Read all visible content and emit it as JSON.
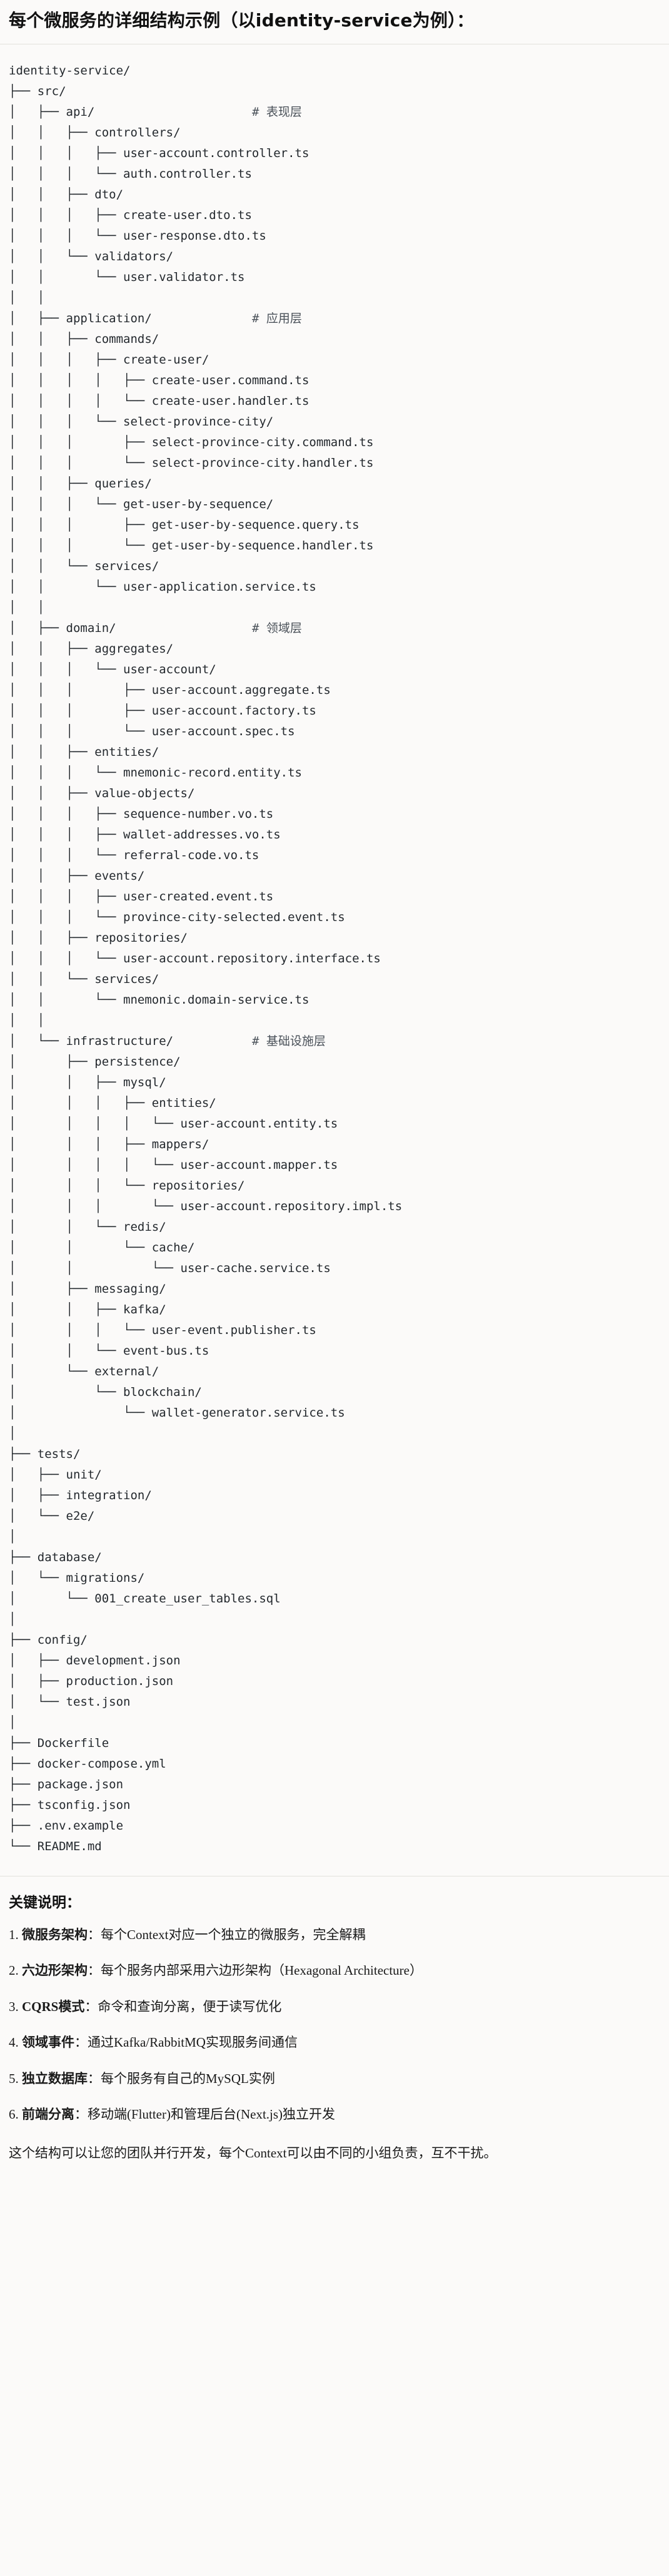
{
  "heading": "每个微服务的详细结构示例（以identity-service为例）：",
  "tree": {
    "lines": [
      {
        "text": "identity-service/",
        "comment": ""
      },
      {
        "text": "├── src/",
        "comment": ""
      },
      {
        "text": "│   ├── api/",
        "comment": "# 表现层"
      },
      {
        "text": "│   │   ├── controllers/",
        "comment": ""
      },
      {
        "text": "│   │   │   ├── user-account.controller.ts",
        "comment": ""
      },
      {
        "text": "│   │   │   └── auth.controller.ts",
        "comment": ""
      },
      {
        "text": "│   │   ├── dto/",
        "comment": ""
      },
      {
        "text": "│   │   │   ├── create-user.dto.ts",
        "comment": ""
      },
      {
        "text": "│   │   │   └── user-response.dto.ts",
        "comment": ""
      },
      {
        "text": "│   │   └── validators/",
        "comment": ""
      },
      {
        "text": "│   │       └── user.validator.ts",
        "comment": ""
      },
      {
        "text": "│   │",
        "comment": ""
      },
      {
        "text": "│   ├── application/",
        "comment": "# 应用层"
      },
      {
        "text": "│   │   ├── commands/",
        "comment": ""
      },
      {
        "text": "│   │   │   ├── create-user/",
        "comment": ""
      },
      {
        "text": "│   │   │   │   ├── create-user.command.ts",
        "comment": ""
      },
      {
        "text": "│   │   │   │   └── create-user.handler.ts",
        "comment": ""
      },
      {
        "text": "│   │   │   └── select-province-city/",
        "comment": ""
      },
      {
        "text": "│   │   │       ├── select-province-city.command.ts",
        "comment": ""
      },
      {
        "text": "│   │   │       └── select-province-city.handler.ts",
        "comment": ""
      },
      {
        "text": "│   │   ├── queries/",
        "comment": ""
      },
      {
        "text": "│   │   │   └── get-user-by-sequence/",
        "comment": ""
      },
      {
        "text": "│   │   │       ├── get-user-by-sequence.query.ts",
        "comment": ""
      },
      {
        "text": "│   │   │       └── get-user-by-sequence.handler.ts",
        "comment": ""
      },
      {
        "text": "│   │   └── services/",
        "comment": ""
      },
      {
        "text": "│   │       └── user-application.service.ts",
        "comment": ""
      },
      {
        "text": "│   │",
        "comment": ""
      },
      {
        "text": "│   ├── domain/",
        "comment": "# 领域层"
      },
      {
        "text": "│   │   ├── aggregates/",
        "comment": ""
      },
      {
        "text": "│   │   │   └── user-account/",
        "comment": ""
      },
      {
        "text": "│   │   │       ├── user-account.aggregate.ts",
        "comment": ""
      },
      {
        "text": "│   │   │       ├── user-account.factory.ts",
        "comment": ""
      },
      {
        "text": "│   │   │       └── user-account.spec.ts",
        "comment": ""
      },
      {
        "text": "│   │   ├── entities/",
        "comment": ""
      },
      {
        "text": "│   │   │   └── mnemonic-record.entity.ts",
        "comment": ""
      },
      {
        "text": "│   │   ├── value-objects/",
        "comment": ""
      },
      {
        "text": "│   │   │   ├── sequence-number.vo.ts",
        "comment": ""
      },
      {
        "text": "│   │   │   ├── wallet-addresses.vo.ts",
        "comment": ""
      },
      {
        "text": "│   │   │   └── referral-code.vo.ts",
        "comment": ""
      },
      {
        "text": "│   │   ├── events/",
        "comment": ""
      },
      {
        "text": "│   │   │   ├── user-created.event.ts",
        "comment": ""
      },
      {
        "text": "│   │   │   └── province-city-selected.event.ts",
        "comment": ""
      },
      {
        "text": "│   │   ├── repositories/",
        "comment": ""
      },
      {
        "text": "│   │   │   └── user-account.repository.interface.ts",
        "comment": ""
      },
      {
        "text": "│   │   └── services/",
        "comment": ""
      },
      {
        "text": "│   │       └── mnemonic.domain-service.ts",
        "comment": ""
      },
      {
        "text": "│   │",
        "comment": ""
      },
      {
        "text": "│   └── infrastructure/",
        "comment": "# 基础设施层"
      },
      {
        "text": "│       ├── persistence/",
        "comment": ""
      },
      {
        "text": "│       │   ├── mysql/",
        "comment": ""
      },
      {
        "text": "│       │   │   ├── entities/",
        "comment": ""
      },
      {
        "text": "│       │   │   │   └── user-account.entity.ts",
        "comment": ""
      },
      {
        "text": "│       │   │   ├── mappers/",
        "comment": ""
      },
      {
        "text": "│       │   │   │   └── user-account.mapper.ts",
        "comment": ""
      },
      {
        "text": "│       │   │   └── repositories/",
        "comment": ""
      },
      {
        "text": "│       │   │       └── user-account.repository.impl.ts",
        "comment": ""
      },
      {
        "text": "│       │   └── redis/",
        "comment": ""
      },
      {
        "text": "│       │       └── cache/",
        "comment": ""
      },
      {
        "text": "│       │           └── user-cache.service.ts",
        "comment": ""
      },
      {
        "text": "│       ├── messaging/",
        "comment": ""
      },
      {
        "text": "│       │   ├── kafka/",
        "comment": ""
      },
      {
        "text": "│       │   │   └── user-event.publisher.ts",
        "comment": ""
      },
      {
        "text": "│       │   └── event-bus.ts",
        "comment": ""
      },
      {
        "text": "│       └── external/",
        "comment": ""
      },
      {
        "text": "│           └── blockchain/",
        "comment": ""
      },
      {
        "text": "│               └── wallet-generator.service.ts",
        "comment": ""
      },
      {
        "text": "│",
        "comment": ""
      },
      {
        "text": "├── tests/",
        "comment": ""
      },
      {
        "text": "│   ├── unit/",
        "comment": ""
      },
      {
        "text": "│   ├── integration/",
        "comment": ""
      },
      {
        "text": "│   └── e2e/",
        "comment": ""
      },
      {
        "text": "│",
        "comment": ""
      },
      {
        "text": "├── database/",
        "comment": ""
      },
      {
        "text": "│   └── migrations/",
        "comment": ""
      },
      {
        "text": "│       └── 001_create_user_tables.sql",
        "comment": ""
      },
      {
        "text": "│",
        "comment": ""
      },
      {
        "text": "├── config/",
        "comment": ""
      },
      {
        "text": "│   ├── development.json",
        "comment": ""
      },
      {
        "text": "│   ├── production.json",
        "comment": ""
      },
      {
        "text": "│   └── test.json",
        "comment": ""
      },
      {
        "text": "│",
        "comment": ""
      },
      {
        "text": "├── Dockerfile",
        "comment": ""
      },
      {
        "text": "├── docker-compose.yml",
        "comment": ""
      },
      {
        "text": "├── package.json",
        "comment": ""
      },
      {
        "text": "├── tsconfig.json",
        "comment": ""
      },
      {
        "text": "├── .env.example",
        "comment": ""
      },
      {
        "text": "└── README.md",
        "comment": ""
      }
    ]
  },
  "notes": {
    "title": "关键说明：",
    "items": [
      {
        "index": "1.",
        "term": "微服务架构",
        "desc": "：每个Context对应一个独立的微服务，完全解耦"
      },
      {
        "index": "2.",
        "term": "六边形架构",
        "desc": "：每个服务内部采用六边形架构（Hexagonal Architecture）"
      },
      {
        "index": "3.",
        "term": "CQRS模式",
        "desc": "：命令和查询分离，便于读写优化"
      },
      {
        "index": "4.",
        "term": "领域事件",
        "desc": "：通过Kafka/RabbitMQ实现服务间通信"
      },
      {
        "index": "5.",
        "term": "独立数据库",
        "desc": "：每个服务有自己的MySQL实例"
      },
      {
        "index": "6.",
        "term": "前端分离",
        "desc": "：移动端(Flutter)和管理后台(Next.js)独立开发"
      }
    ],
    "closing": "这个结构可以让您的团队并行开发，每个Context可以由不同的小组负责，互不干扰。"
  },
  "colors": {
    "background": "#fbfaf9",
    "text": "#1a1a1a",
    "code_text": "#23282d",
    "comment_text": "#4a5159",
    "rule": "#e3e1dd"
  }
}
